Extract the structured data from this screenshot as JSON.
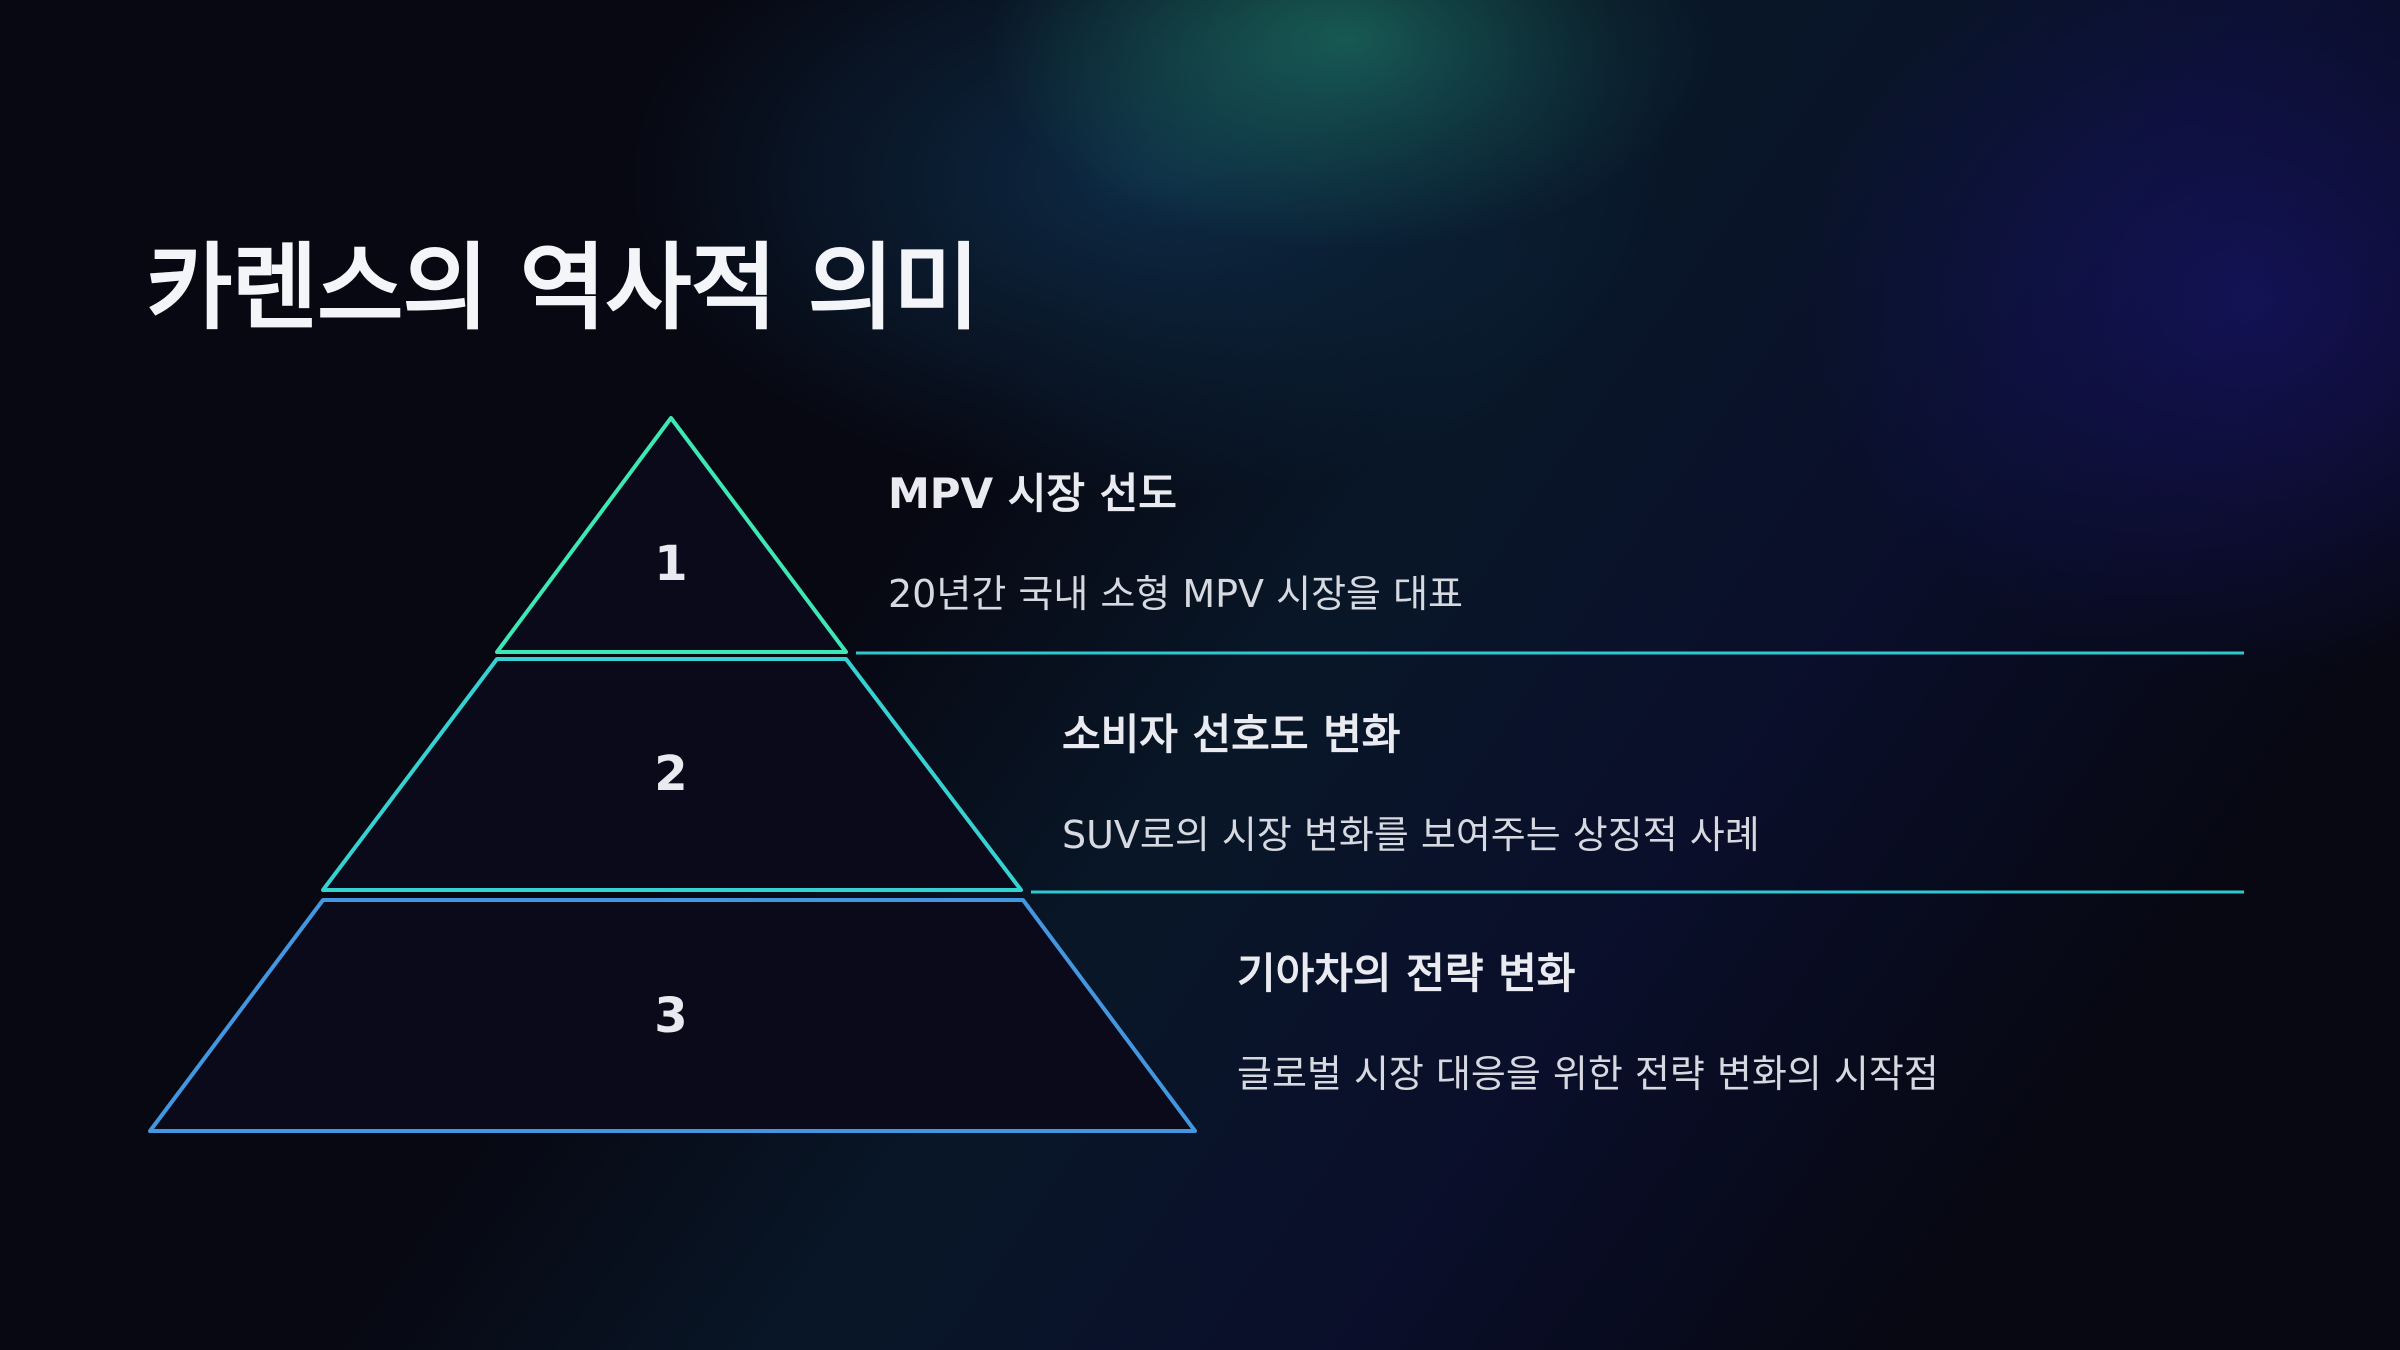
{
  "title": "카렌스의 역사적 의미",
  "colors": {
    "background": "#070812",
    "level_1": "#3de8b4",
    "level_2": "#36d2d2",
    "level_3": "#4297e0",
    "divider": "#30c8d0"
  },
  "levels": [
    {
      "number": "1",
      "title": "MPV 시장 선도",
      "description": "20년간 국내 소형 MPV 시장을 대표"
    },
    {
      "number": "2",
      "title": "소비자 선호도 변화",
      "description": "SUV로의 시장 변화를 보여주는 상징적 사례"
    },
    {
      "number": "3",
      "title": "기아차의 전략 변화",
      "description": "글로벌 시장 대응을 위한 전략 변화의 시작점"
    }
  ]
}
